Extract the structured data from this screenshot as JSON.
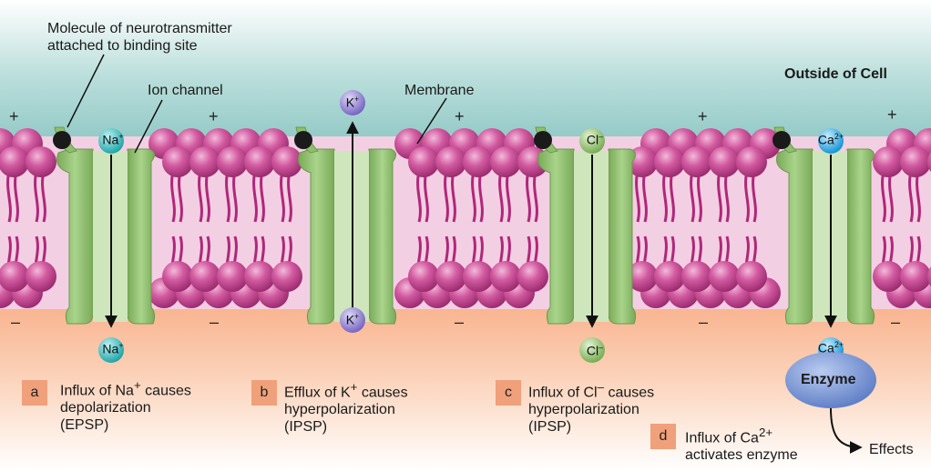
{
  "labels": {
    "molecule": [
      "Molecule of neurotransmitter",
      "attached to binding site"
    ],
    "ion_channel": "Ion channel",
    "membrane": "Membrane",
    "outside": "Outside of Cell",
    "effects": "Effects",
    "enzyme": "Enzyme"
  },
  "signs": {
    "plus": "+",
    "minus": "–"
  },
  "ions": {
    "na": {
      "base": "Na",
      "sup": "+"
    },
    "k": {
      "base": "K",
      "sup": "+"
    },
    "cl": {
      "base": "Cl",
      "sup": "–"
    },
    "ca": {
      "base": "Ca",
      "sup": "2+"
    }
  },
  "panels": [
    {
      "letter": "a",
      "lines": [
        "Influx of Na<sup>+</sup> causes",
        "depolarization",
        "(EPSP)"
      ]
    },
    {
      "letter": "b",
      "lines": [
        "Efflux of K<sup>+</sup> causes",
        "hyperpolarization",
        "(IPSP)"
      ]
    },
    {
      "letter": "c",
      "lines": [
        "Influx of Cl<sup>–</sup> causes",
        "hyperpolarization",
        "(IPSP)"
      ]
    },
    {
      "letter": "d",
      "lines": [
        "Influx of Ca<sup>2+</sup>",
        "activates enzyme"
      ]
    }
  ],
  "colors": {
    "outside_top": "#8fc9c6",
    "inside": "#f5a27a",
    "lipid_head": "#c4478f",
    "channel": "#8fbf6e",
    "na_ion": "#2bb7b8",
    "k_ion": "#8c7fcf",
    "cl_ion": "#8fc06a",
    "ca_ion": "#22a7e0",
    "enzyme": "#6f8fd1",
    "badge": "#f0a07a"
  }
}
